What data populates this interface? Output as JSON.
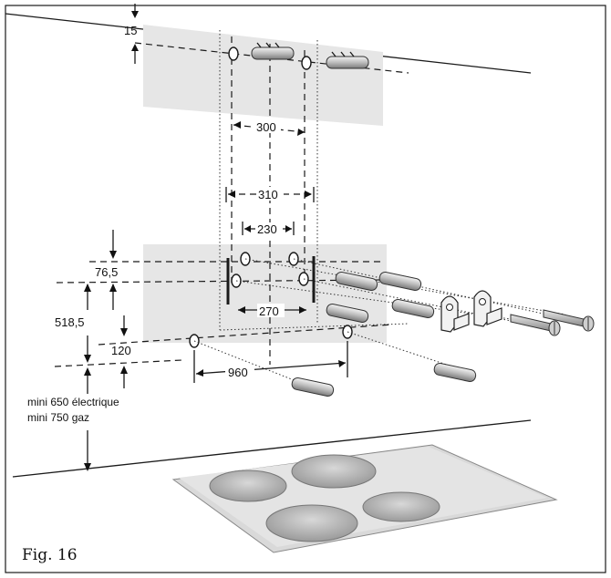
{
  "figure_label": "Fig. 16",
  "dimensions": {
    "top_offset": "15",
    "upper_hole_spacing": "300",
    "bracket_outer_width": "310",
    "bracket_inner_spacing": "230",
    "bracket_offset": "76,5",
    "lower_hole_spacing": "270",
    "height_difference": "518,5",
    "bottom_offset": "120",
    "bottom_hole_spacing": "960"
  },
  "minimum_height_notes": [
    "mini 650 électrique",
    "mini 750 gaz"
  ]
}
